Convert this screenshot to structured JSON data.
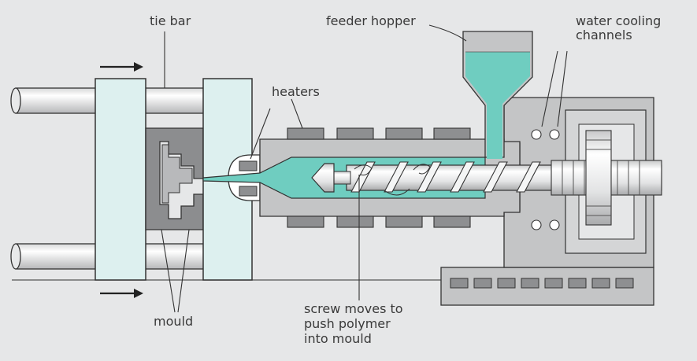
{
  "labels": {
    "tie_bar": "tie bar",
    "feeder_hopper": "feeder hopper",
    "water_cooling_line1": "water cooling",
    "water_cooling_line2": "channels",
    "heaters": "heaters",
    "mould": "mould",
    "screw_line1": "screw moves to",
    "screw_line2": "push polymer",
    "screw_line3": "into mould"
  },
  "colors": {
    "background": "#e6e7e8",
    "polymer": "#6fcdc0",
    "platen": "#ddf0ef",
    "barrel": "#c4c5c6",
    "heater": "#8e8f91",
    "mould": "#8c8d8f",
    "outline": "#333333"
  },
  "icons": [
    "arrow-right-icon",
    "arrow-right-icon"
  ]
}
